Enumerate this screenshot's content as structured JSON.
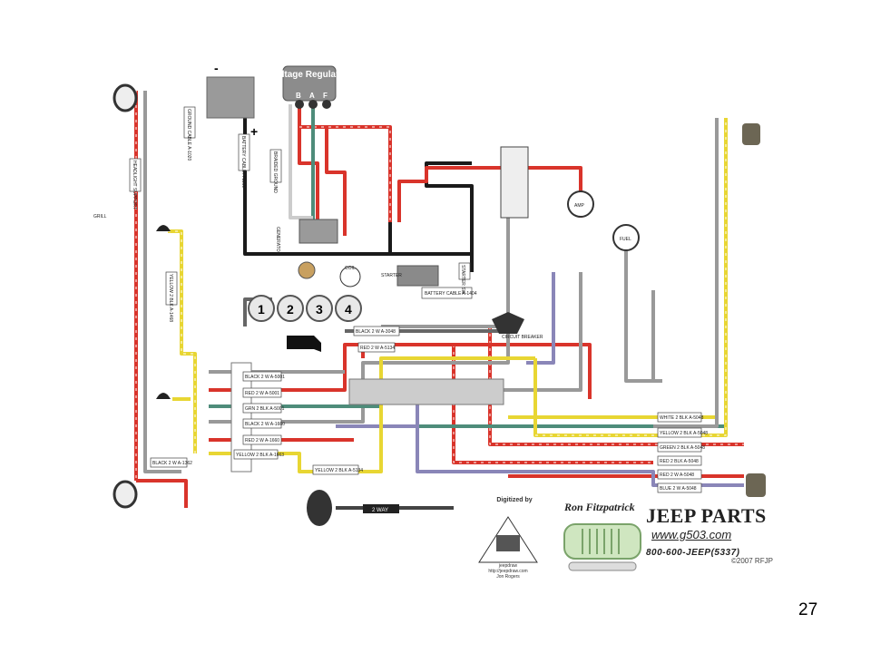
{
  "slide": {
    "page_number": "27"
  },
  "diagram": {
    "voltage_regulator": {
      "title": "Voltage Regulator",
      "terminals": [
        "B",
        "A",
        "F"
      ]
    },
    "battery": {
      "minus": "-",
      "plus": "+"
    },
    "cylinders": [
      "1",
      "2",
      "3",
      "4"
    ],
    "components": {
      "generator": "GENERATOR",
      "starter": "STARTER",
      "starter_sw": "STARTER SW",
      "coil": "COIL",
      "circuit_breaker": "CIRCUIT BREAKER",
      "two_way": "2 WAY",
      "fuel_gauge": "FUEL",
      "amp_gauge": "AMP",
      "headlight_support": "HEADLIGHT SUPPORT",
      "grill": "GRILL"
    },
    "wire_labels": [
      "BATTERY CABLE A-1404",
      "BATTERY CABLE A-1160",
      "GROUND CABLE A-1020",
      "BRAIDED GROUND",
      "BLACK 2 W A-3048",
      "RED 2 W A-5134",
      "BLACK 2 W A-5001",
      "RED 2 W A-5001",
      "GRN 2 BLK A-5001",
      "BLACK 2 W A-1660",
      "RED 2 W A-1660",
      "YELLOW 2 BLK A-1663",
      "YELLOW 2 BLK A-5134",
      "WHITE 2 BLK A-5048",
      "YELLOW 2 BLK A-5048",
      "GREEN 2 BLK A-5048",
      "RED 2 BLK A-5048",
      "RED 2 W A-5048",
      "BLUE 2 W A-5048",
      "BLACK 2 W A-1362",
      "YELLOW 2 BLK A-1468"
    ],
    "wire_colors": {
      "red": "#d9342b",
      "black": "#1a1a1a",
      "yellow": "#e8d633",
      "green": "#4e8c7a",
      "blue": "#8a86b8",
      "gray": "#999999",
      "white": "#dddddd"
    }
  },
  "logo": {
    "digitized_by": "Digitized by",
    "jeepdraw": "jeepdraw",
    "jeepdraw_url": "http://jeepdraw.com",
    "jeepdraw_author": "Jon Rogers",
    "name": "Ron Fitzpatrick",
    "brand": "JEEP PARTS",
    "url": "www.g503.com",
    "phone": "800-600-JEEP(5337)",
    "copyright": "©2007 RFJP"
  }
}
